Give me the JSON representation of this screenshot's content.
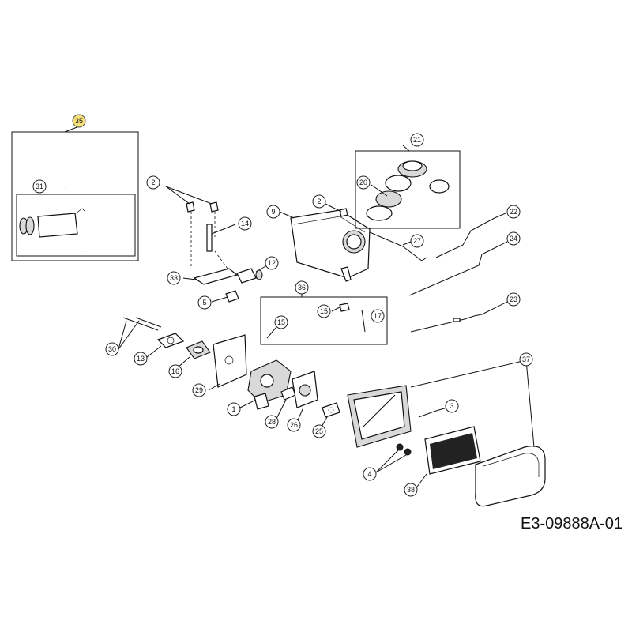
{
  "drawing_code": "E3-09888A-01",
  "highlight_color": "#f7e27a",
  "callouts": [
    "35",
    "31",
    "2",
    "14",
    "33",
    "12",
    "5",
    "9",
    "2",
    "21",
    "20",
    "22",
    "27",
    "24",
    "36",
    "15",
    "15",
    "17",
    "23",
    "30",
    "13",
    "16",
    "29",
    "1",
    "28",
    "26",
    "25",
    "37",
    "3",
    "4",
    "38"
  ]
}
